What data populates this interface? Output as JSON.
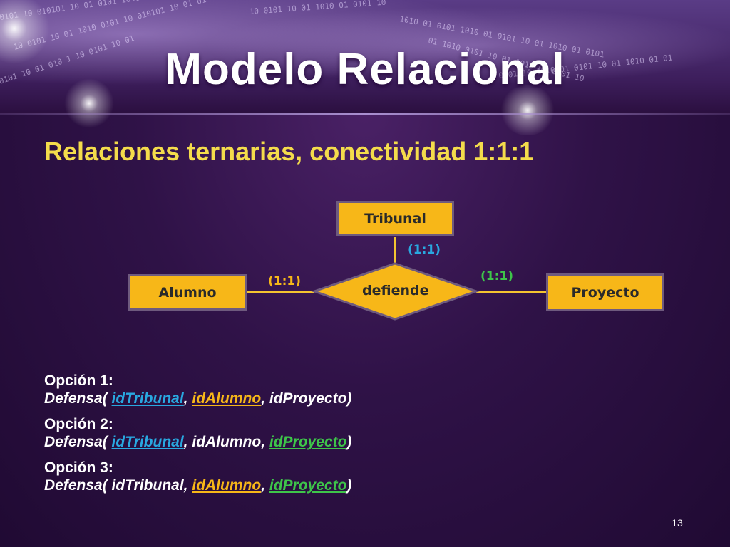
{
  "title": "Modelo Relacional",
  "subtitle": "Relaciones ternarias, conectividad 1:1:1",
  "colors": {
    "entity_fill": "#f7b718",
    "subtitle": "#f4dc4b",
    "key_tribunal": "#29a8e0",
    "key_alumno": "#f7b718",
    "key_proyecto": "#3ec54a",
    "card_tribunal": "#29a8e0",
    "card_alumno": "#f7b718",
    "card_proyecto": "#3ec54a"
  },
  "diagram": {
    "entities": {
      "tribunal": "Tribunal",
      "alumno": "Alumno",
      "proyecto": "Proyecto"
    },
    "relationship": "defiende",
    "cardinalities": {
      "tribunal": "(1:1)",
      "alumno": "(1:1)",
      "proyecto": "(1:1)"
    }
  },
  "options": [
    {
      "heading": "Opción 1:",
      "rel": "Defensa(",
      "a1": "idTribunal",
      "sep1": ",",
      "a2": "idAlumno",
      "sep2": ",",
      "a3": "idProyecto",
      "close": ")"
    },
    {
      "heading": "Opción 2:",
      "rel": "Defensa(",
      "a1": "idTribunal",
      "sep1": ",",
      "a2": "idAlumno",
      "sep2": ",",
      "a3": "idProyecto",
      "close": ")"
    },
    {
      "heading": "Opción 3:",
      "rel": "Defensa(",
      "a1": "idTribunal",
      "sep1": ",",
      "a2": "idAlumno",
      "sep2": ",",
      "a3": "idProyecto",
      "close": ")"
    }
  ],
  "slide_number": "13"
}
